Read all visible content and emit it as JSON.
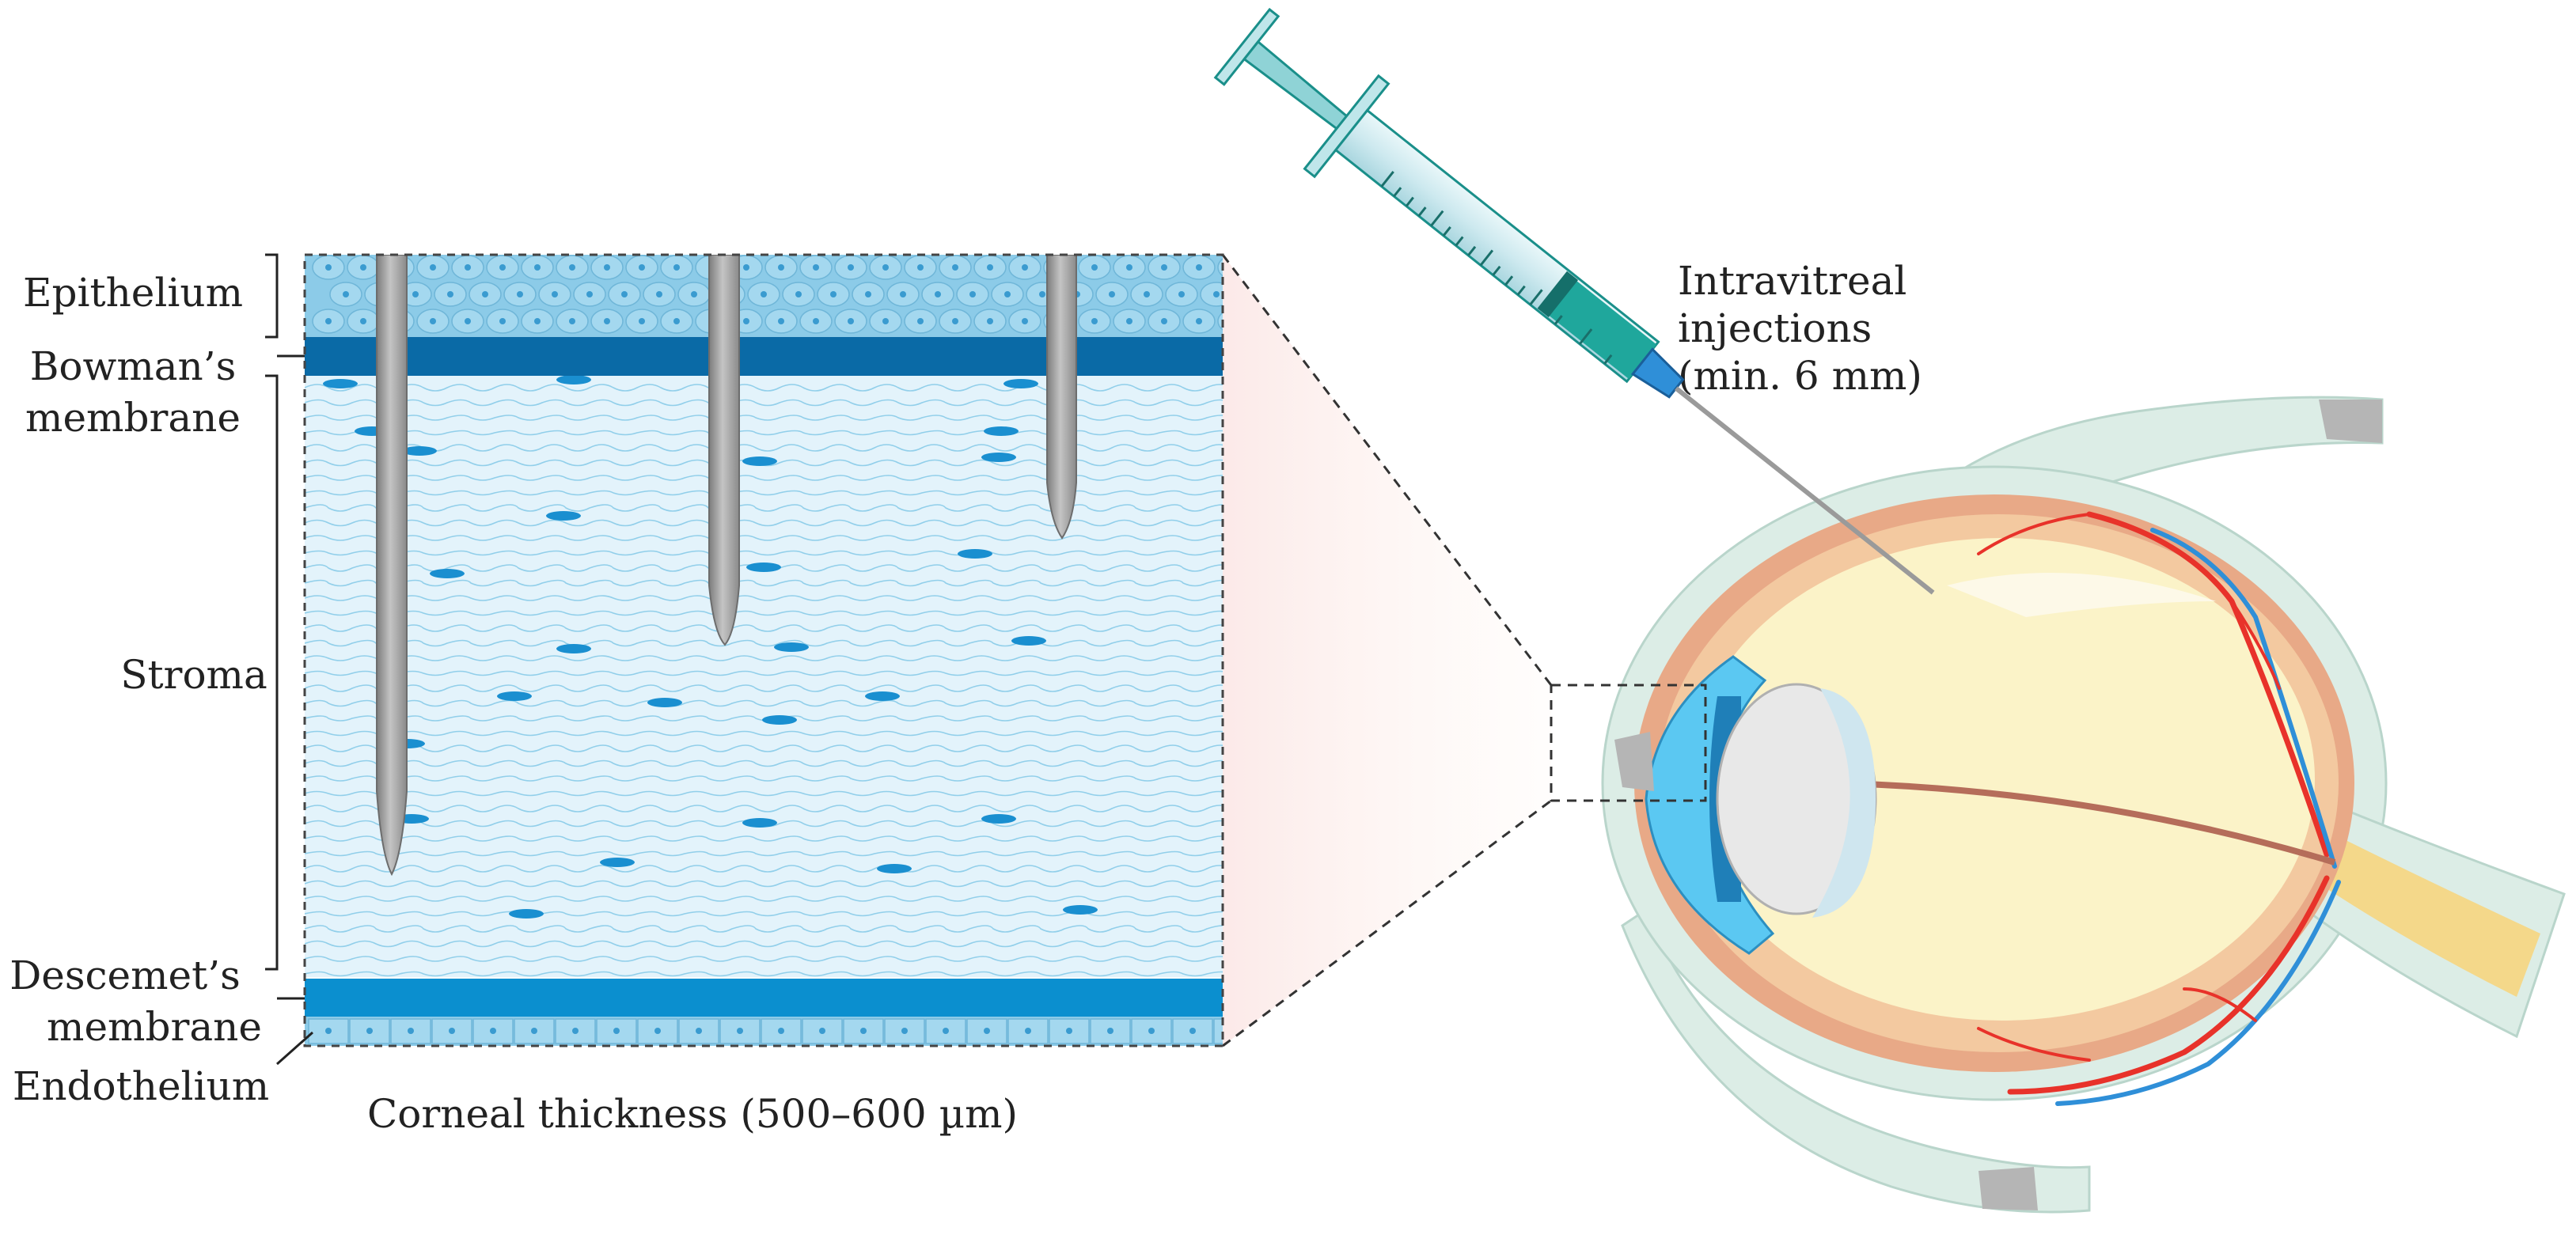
{
  "labels": {
    "epithelium": "Epithelium",
    "bowman_line1": "Bowman’s",
    "bowman_line2": "membrane",
    "stroma": "Stroma",
    "descemet_line1": "Descemet’s",
    "descemet_line2": "membrane",
    "endothelium": "Endothelium",
    "corneal_thickness": "Corneal thickness (500–600 µm)",
    "injection_line1": "Intravitreal",
    "injection_line2": "injections",
    "injection_line3": "(min. 6 mm)"
  },
  "colors": {
    "epithelium": "#8ccbe8",
    "bowman": "#0a6aa6",
    "stroma": "#e3f3fb",
    "stroma_fiber": "#7cc6e6",
    "keratocyte": "#1a8fd0",
    "descemet": "#0b8fcf",
    "endothelium": "#8ccbe8",
    "needle": "#9a9a9a",
    "sclera": "#dcede6",
    "choroid": "#e8a987",
    "retina": "#f3c9a0",
    "vitreous": "#fbf3c8",
    "lens": "#e8e8e8",
    "cornea": "#5bc8f2",
    "artery": "#e8322a",
    "vein": "#2f8fd8",
    "syringe_teal": "#1fa79c"
  },
  "icons": {
    "syringe": "syringe-icon",
    "eye": "eye-cross-section-icon",
    "needle": "microneedle-icon"
  }
}
